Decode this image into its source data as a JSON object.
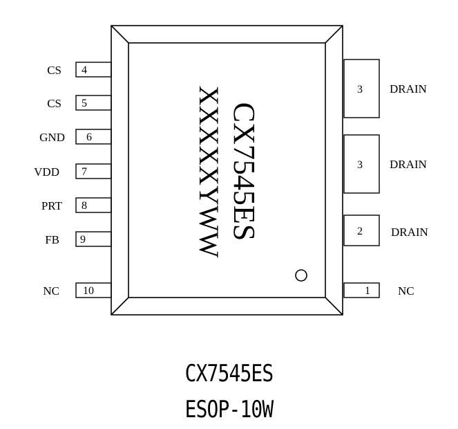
{
  "chip": {
    "part_marking": "CX7545ES",
    "date_code": "XXXXXYWW"
  },
  "left_pins": [
    {
      "label": "CS",
      "number": "4"
    },
    {
      "label": "CS",
      "number": "5"
    },
    {
      "label": "GND",
      "number": "6"
    },
    {
      "label": "VDD",
      "number": "7"
    },
    {
      "label": "PRT",
      "number": "8"
    },
    {
      "label": "FB",
      "number": "9"
    },
    {
      "label": "NC",
      "number": "10"
    }
  ],
  "right_pins": [
    {
      "label": "DRAIN",
      "number": "3"
    },
    {
      "label": "DRAIN",
      "number": "3"
    },
    {
      "label": "DRAIN",
      "number": "2"
    },
    {
      "label": "NC",
      "number": "1"
    }
  ],
  "caption": {
    "part": "CX7545ES",
    "package": "ESOP-10W"
  }
}
